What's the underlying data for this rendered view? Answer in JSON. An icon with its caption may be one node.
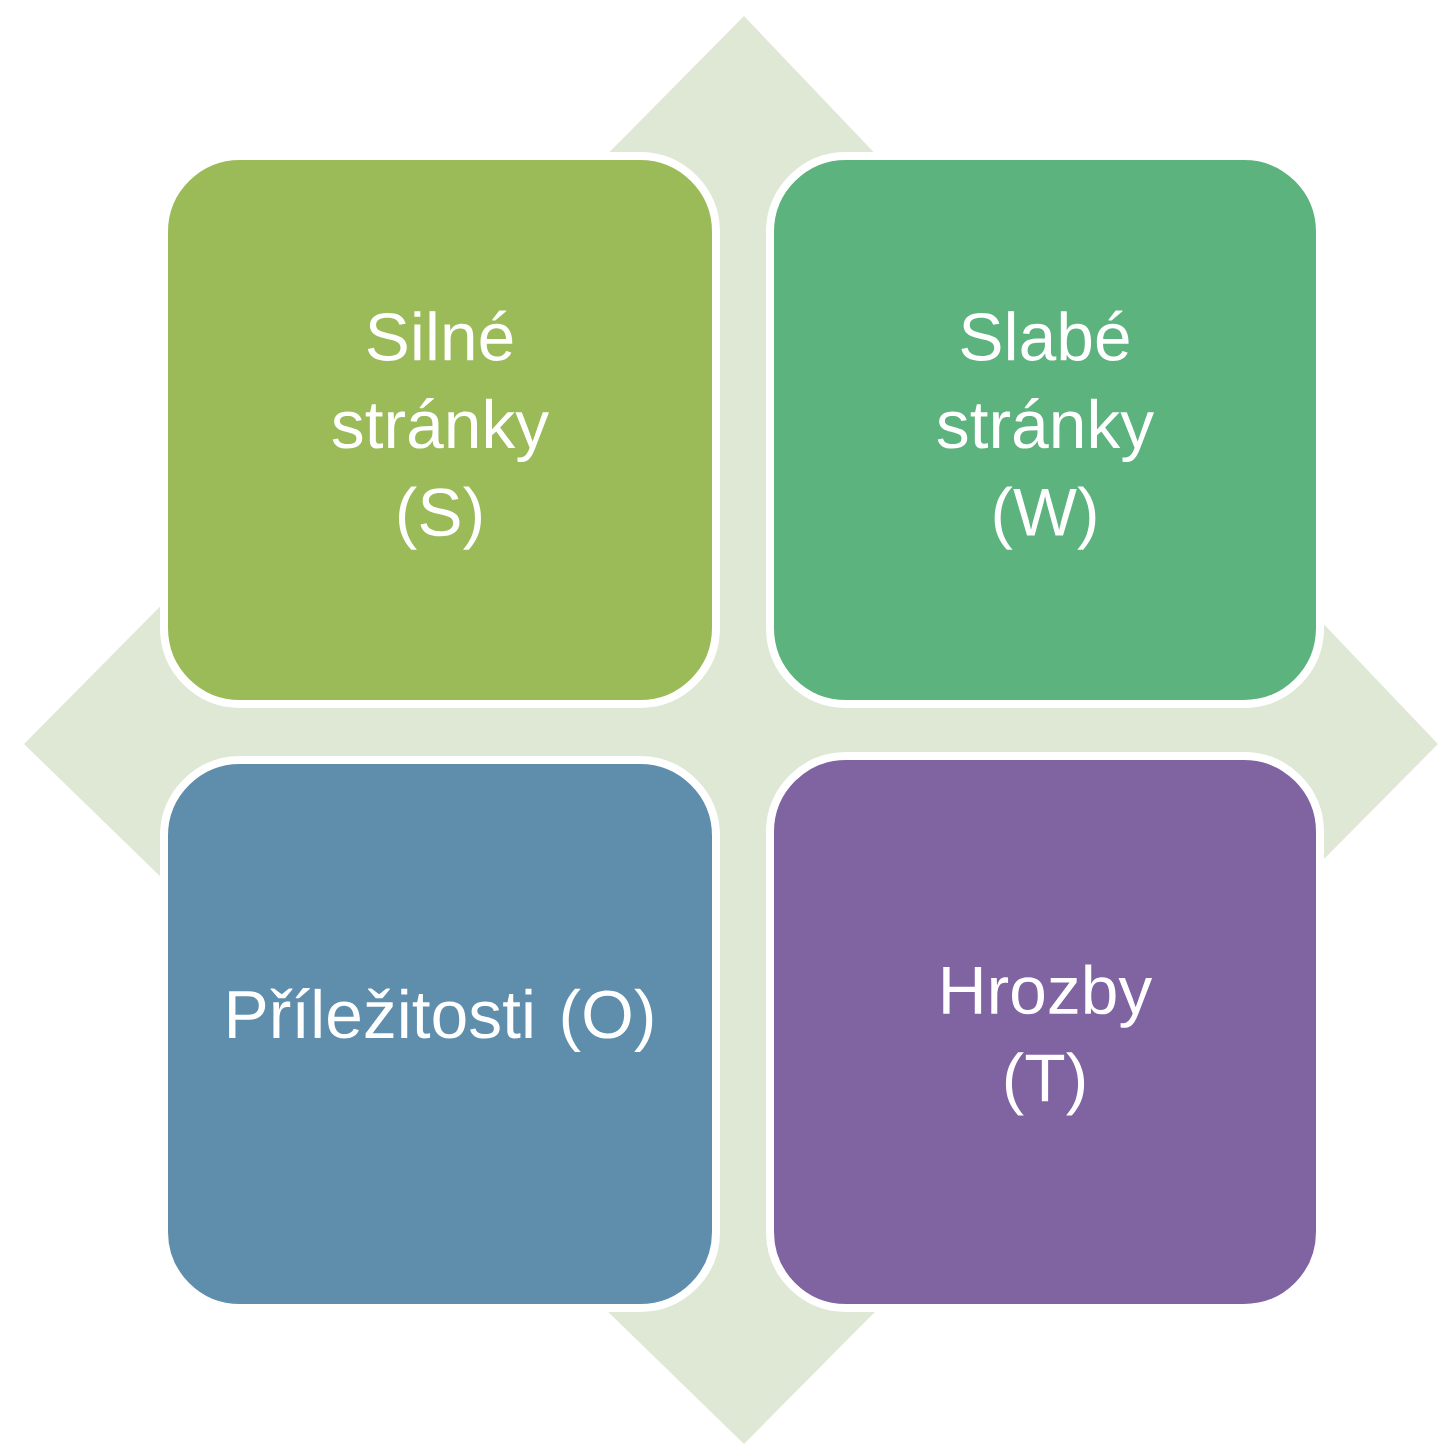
{
  "diagram": {
    "nodes": [
      {
        "text": [
          "Silné stránky (S)"
        ]
      },
      {
        "text": [
          "Slabé stránky (W)"
        ]
      },
      {
        "text": [
          "Příležitosti (O)"
        ]
      },
      {
        "text": [
          "Hrozby (T)"
        ]
      }
    ]
  }
}
